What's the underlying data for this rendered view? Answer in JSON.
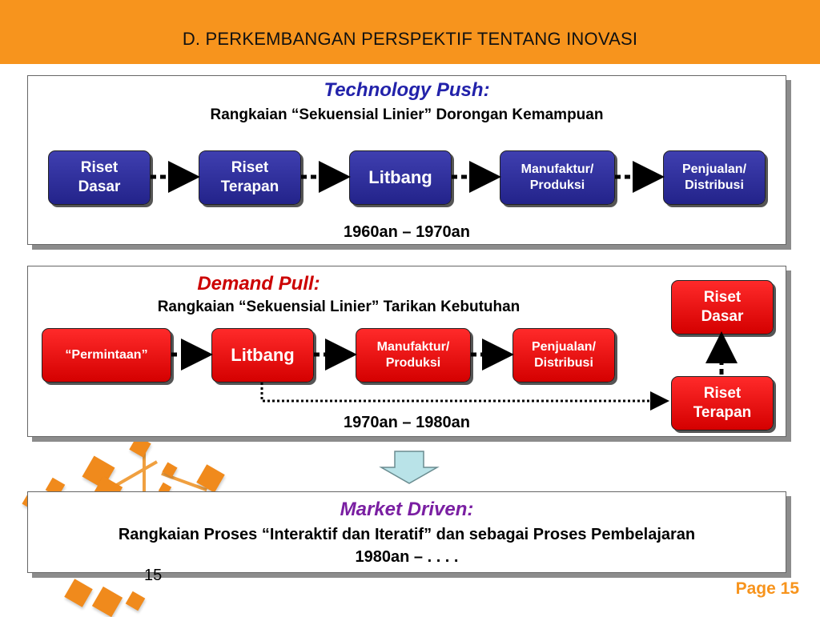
{
  "header": {
    "title": "D. PERKEMBANGAN PERSPEKTIF TENTANG INOVASI"
  },
  "technology_push": {
    "title": "Technology Push:",
    "subtitle": "Rangkaian “Sekuensial Linier” Dorongan Kemampuan",
    "steps": [
      "Riset\nDasar",
      "Riset\nTerapan",
      "Litbang",
      "Manufaktur/\nProduksi",
      "Penjualan/\nDistribusi"
    ],
    "period": "1960an – 1970an"
  },
  "demand_pull": {
    "title": "Demand Pull:",
    "subtitle": "Rangkaian “Sekuensial Linier” Tarikan Kebutuhan",
    "steps": [
      "“Permintaan”",
      "Litbang",
      "Manufaktur/\nProduksi",
      "Penjualan/\nDistribusi"
    ],
    "side_top": "Riset\nDasar",
    "side_bottom": "Riset\nTerapan",
    "period": "1970an – 1980an"
  },
  "market_driven": {
    "title": "Market Driven:",
    "subtitle": "Rangkaian Proses “Interaktif dan Iteratif” dan sebagai Proses Pembelajaran",
    "period": "1980an –  . . . ."
  },
  "footer": {
    "slide_number": "15",
    "page_label": "Page 15"
  },
  "colors": {
    "header": "#f7941d",
    "tech_title": "#2222aa",
    "demand_title": "#cc0000",
    "market_title": "#7a1fa2",
    "box_blue": "#2b2b96",
    "box_red": "#e60000",
    "page_label": "#f7941d"
  }
}
